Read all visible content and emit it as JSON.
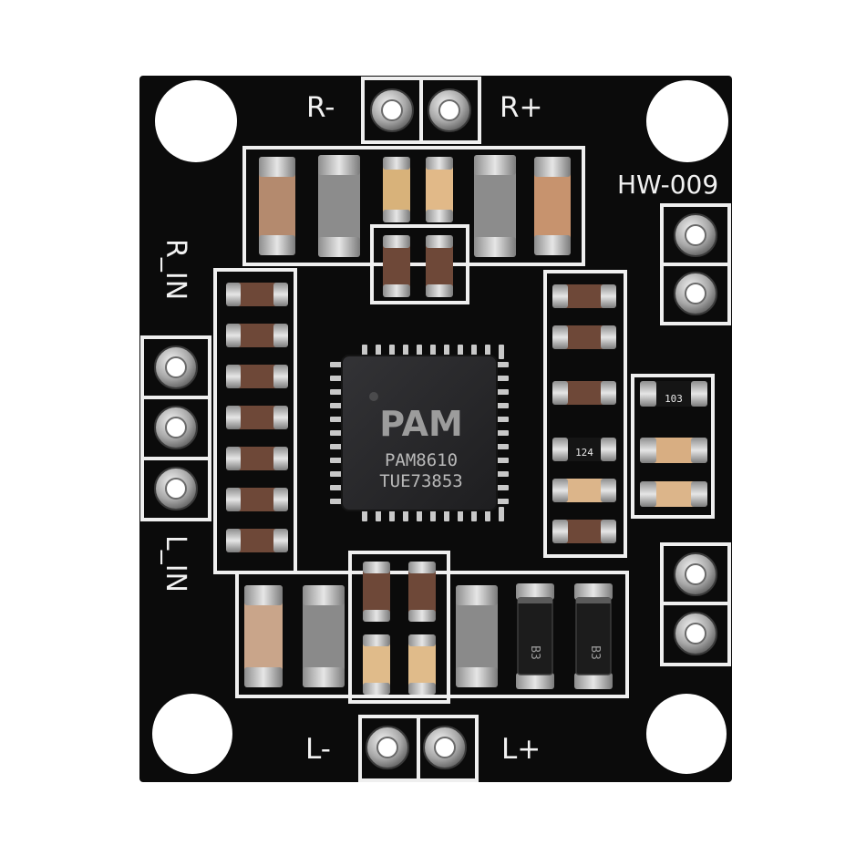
{
  "board": {
    "model": "HW-009",
    "labels": {
      "r_minus": "R-",
      "r_plus": "R+",
      "l_minus": "L-",
      "l_plus": "L+",
      "r_in": "R_IN",
      "l_in": "L_IN"
    },
    "chip": {
      "logo": "PAM",
      "part": "PAM8610",
      "lot": "TUE73853"
    },
    "markings": {
      "resistor_a": "103",
      "resistor_b": "124",
      "diode_a": "B3",
      "diode_b": "B3"
    }
  },
  "colors": {
    "background": "#ffffff",
    "pcb": "#0b0b0b",
    "silkscreen": "#f2f2f2",
    "solder": "#c9c9c9",
    "chip_body": "#2a2a2c"
  }
}
